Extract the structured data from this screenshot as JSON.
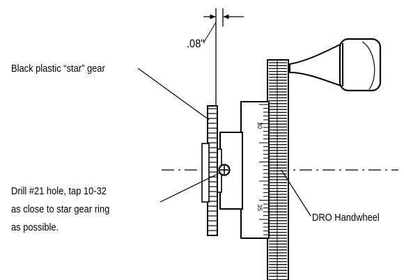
{
  "labels": {
    "dimension": ".08\"",
    "star_gear": "Black plastic “star” gear",
    "drill_note": [
      "Drill #21 hole, tap 10-32",
      "as close to star gear ring",
      "as possible."
    ],
    "handwheel": "DRO Handwheel"
  },
  "dial_markings": [
    "30",
    "35"
  ],
  "colors": {
    "ink": "#000000",
    "paper": "#ffffff"
  }
}
